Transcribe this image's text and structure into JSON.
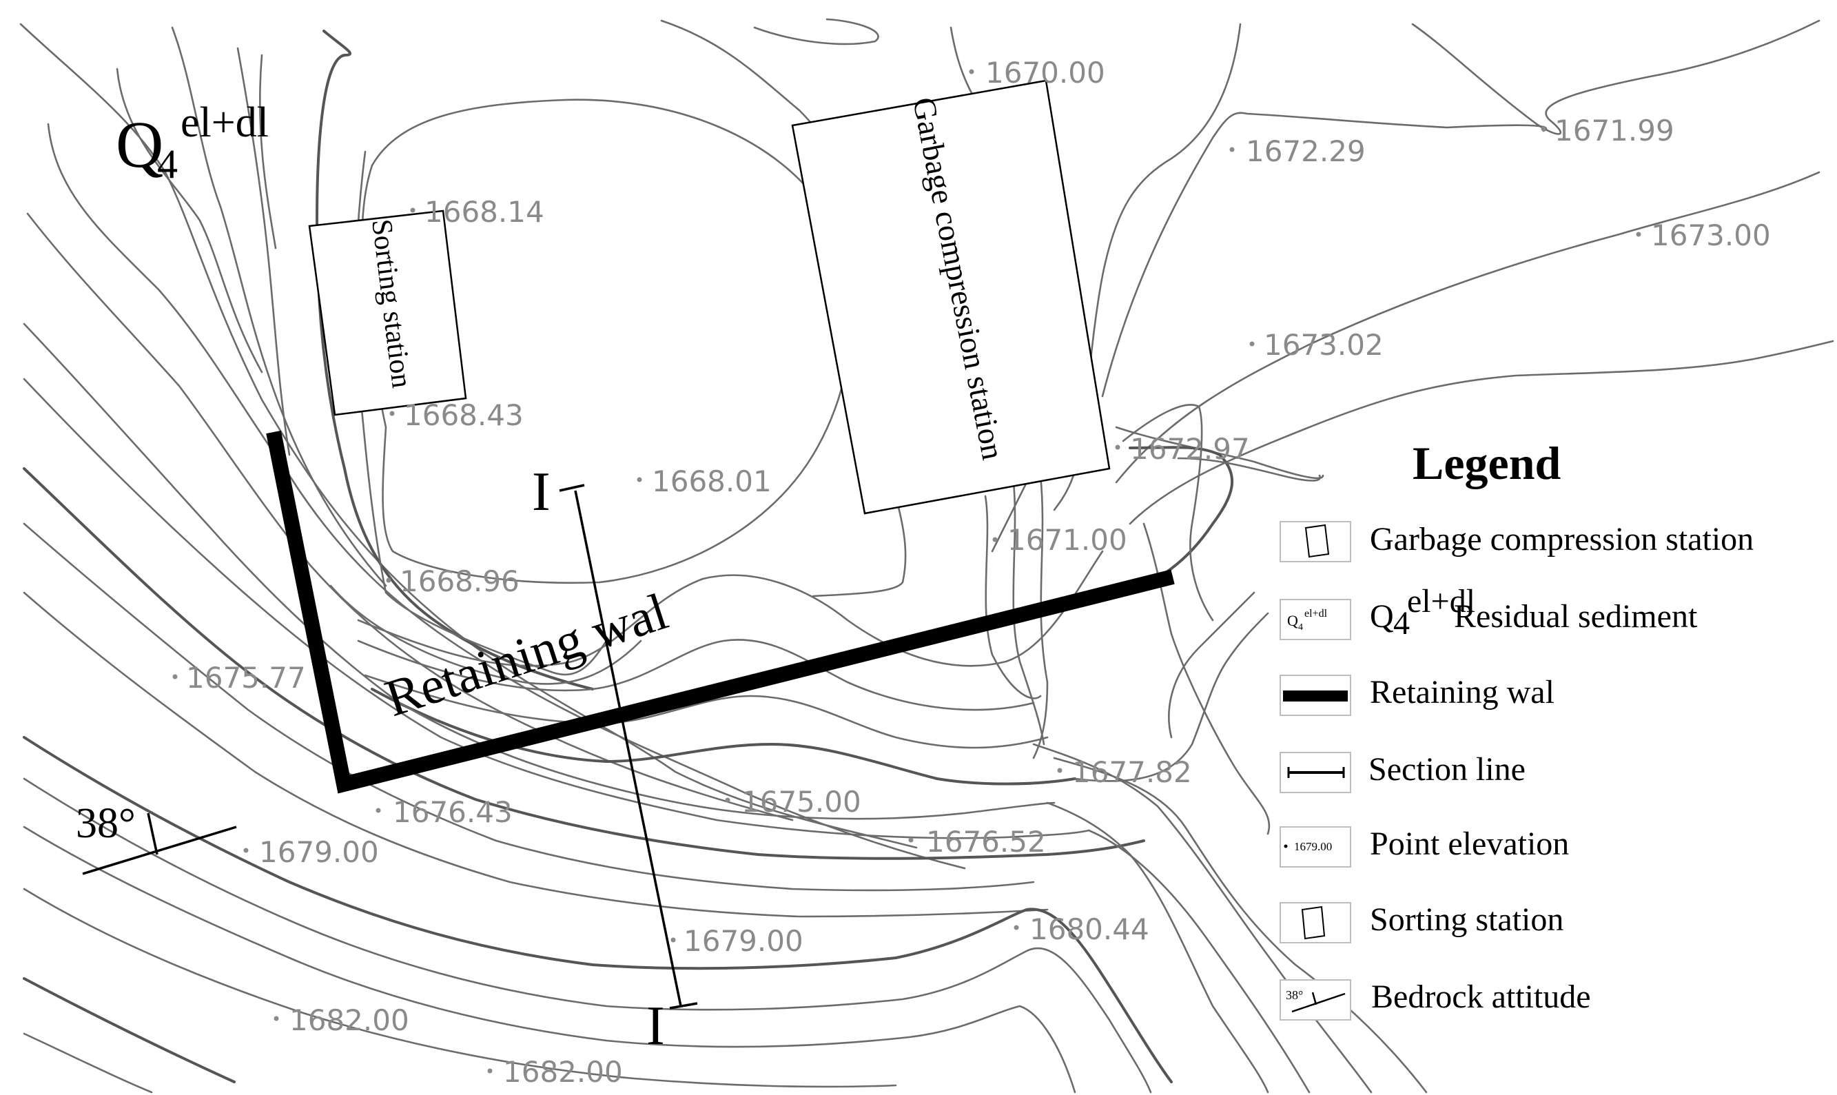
{
  "elevations": [
    {
      "id": "e1",
      "label": "1670.00"
    },
    {
      "id": "e2",
      "label": "1671.99"
    },
    {
      "id": "e3",
      "label": "1672.29"
    },
    {
      "id": "e4",
      "label": "1673.00"
    },
    {
      "id": "e5",
      "label": "1673.02"
    },
    {
      "id": "e6",
      "label": "1668.14"
    },
    {
      "id": "e7",
      "label": "1668.43"
    },
    {
      "id": "e8",
      "label": "1672.97"
    },
    {
      "id": "e9",
      "label": "1668.01"
    },
    {
      "id": "e10",
      "label": "1671.00"
    },
    {
      "id": "e11",
      "label": "1668.96"
    },
    {
      "id": "e12",
      "label": "1675.77"
    },
    {
      "id": "e13",
      "label": "1677.82"
    },
    {
      "id": "e14",
      "label": "1675.00"
    },
    {
      "id": "e15",
      "label": "1676.43"
    },
    {
      "id": "e16",
      "label": "1676.52"
    },
    {
      "id": "e17",
      "label": "1679.00"
    },
    {
      "id": "e18",
      "label": "1679.00"
    },
    {
      "id": "e19",
      "label": "1680.44"
    },
    {
      "id": "e20",
      "label": "1682.00"
    },
    {
      "id": "e21",
      "label": "1682.00"
    }
  ],
  "map_labels": {
    "q4_base": "Q",
    "q4_sub": "4",
    "q4_sup": "el+dl",
    "sorting_station": "Sorting station",
    "garbage_station": "Garbage compression station",
    "retaining_wall": "Retaining wal",
    "section_top": "I",
    "section_bottom": "I",
    "bedrock_angle": "38°"
  },
  "legend": {
    "title": "Legend",
    "items": [
      {
        "label": "Garbage compression station"
      },
      {
        "label_base": "Q",
        "label_sub": "4",
        "label_sup": "el+dl",
        "label_rest": " Residual sediment",
        "icon_text_base": "Q",
        "icon_text_sub": "4",
        "icon_text_sup": "el+dl"
      },
      {
        "label": "Retaining wal"
      },
      {
        "label": "Section line"
      },
      {
        "label": "Point elevation",
        "icon_text": "1679.00"
      },
      {
        "label": "Sorting station"
      },
      {
        "label": "Bedrock attitude",
        "icon_text": "38°"
      }
    ]
  },
  "colors": {
    "contour": "#6b6b6b",
    "elevation_text": "#8a8a8a",
    "wall": "#000000",
    "background": "#ffffff"
  }
}
